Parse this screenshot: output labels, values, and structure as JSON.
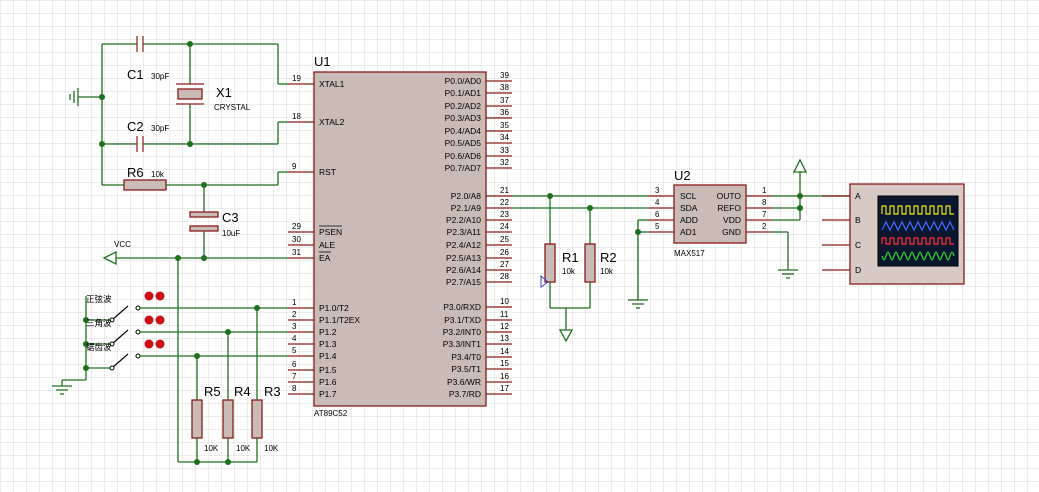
{
  "u1": {
    "ref": "U1",
    "part": "AT89C52",
    "left_pins": [
      {
        "num": "19",
        "name": "XTAL1"
      },
      {
        "num": "18",
        "name": "XTAL2"
      },
      {
        "num": "9",
        "name": "RST"
      },
      {
        "num": "29",
        "name": "PSEN"
      },
      {
        "num": "30",
        "name": "ALE"
      },
      {
        "num": "31",
        "name": "EA"
      },
      {
        "num": "1",
        "name": "P1.0/T2"
      },
      {
        "num": "2",
        "name": "P1.1/T2EX"
      },
      {
        "num": "3",
        "name": "P1.2"
      },
      {
        "num": "4",
        "name": "P1.3"
      },
      {
        "num": "5",
        "name": "P1.4"
      },
      {
        "num": "6",
        "name": "P1.5"
      },
      {
        "num": "7",
        "name": "P1.6"
      },
      {
        "num": "8",
        "name": "P1.7"
      }
    ],
    "right_pins": [
      {
        "num": "39",
        "name": "P0.0/AD0"
      },
      {
        "num": "38",
        "name": "P0.1/AD1"
      },
      {
        "num": "37",
        "name": "P0.2/AD2"
      },
      {
        "num": "36",
        "name": "P0.3/AD3"
      },
      {
        "num": "35",
        "name": "P0.4/AD4"
      },
      {
        "num": "34",
        "name": "P0.5/AD5"
      },
      {
        "num": "33",
        "name": "P0.6/AD6"
      },
      {
        "num": "32",
        "name": "P0.7/AD7"
      },
      {
        "num": "21",
        "name": "P2.0/A8"
      },
      {
        "num": "22",
        "name": "P2.1/A9"
      },
      {
        "num": "23",
        "name": "P2.2/A10"
      },
      {
        "num": "24",
        "name": "P2.3/A11"
      },
      {
        "num": "25",
        "name": "P2.4/A12"
      },
      {
        "num": "26",
        "name": "P2.5/A13"
      },
      {
        "num": "27",
        "name": "P2.6/A14"
      },
      {
        "num": "28",
        "name": "P2.7/A15"
      },
      {
        "num": "10",
        "name": "P3.0/RXD"
      },
      {
        "num": "11",
        "name": "P3.1/TXD"
      },
      {
        "num": "12",
        "name": "P3.2/INT0"
      },
      {
        "num": "13",
        "name": "P3.3/INT1"
      },
      {
        "num": "14",
        "name": "P3.4/T0"
      },
      {
        "num": "15",
        "name": "P3.5/T1"
      },
      {
        "num": "16",
        "name": "P3.6/WR"
      },
      {
        "num": "17",
        "name": "P3.7/RD"
      }
    ]
  },
  "u2": {
    "ref": "U2",
    "part": "MAX517",
    "left_pins": [
      {
        "num": "3",
        "name": "SCL"
      },
      {
        "num": "4",
        "name": "SDA"
      },
      {
        "num": "6",
        "name": "ADD"
      },
      {
        "num": "5",
        "name": "AD1"
      }
    ],
    "right_pins": [
      {
        "num": "1",
        "name": "OUTO"
      },
      {
        "num": "8",
        "name": "REFO"
      },
      {
        "num": "7",
        "name": "VDD"
      },
      {
        "num": "2",
        "name": "GND"
      }
    ]
  },
  "components": {
    "c1": {
      "ref": "C1",
      "value": "30pF"
    },
    "c2": {
      "ref": "C2",
      "value": "30pF"
    },
    "x1": {
      "ref": "X1",
      "value": "CRYSTAL"
    },
    "r6": {
      "ref": "R6",
      "value": "10k"
    },
    "c3": {
      "ref": "C3",
      "value": "10uF"
    },
    "r1": {
      "ref": "R1",
      "value": "10k"
    },
    "r2": {
      "ref": "R2",
      "value": "10k"
    },
    "r3": {
      "ref": "R3",
      "value": "10K"
    },
    "r4": {
      "ref": "R4",
      "value": "10K"
    },
    "r5": {
      "ref": "R5",
      "value": "10K"
    }
  },
  "vcc_label": "VCC",
  "switches": [
    {
      "label": "正弦波"
    },
    {
      "label": "三角波"
    },
    {
      "label": "锯齿波"
    }
  ],
  "scope": {
    "channels": [
      "A",
      "B",
      "C",
      "D"
    ],
    "trace_colors": [
      "#e8e800",
      "#3b6cff",
      "#ff3030",
      "#20d020"
    ],
    "screen_color": "#0b1630",
    "body_color": "#d7c9c3"
  },
  "colors": {
    "wire": "#1e6f1e",
    "component": "#8a1a1a",
    "chip_fill": "#c9bcb6",
    "grid": "#d8d8d8"
  }
}
